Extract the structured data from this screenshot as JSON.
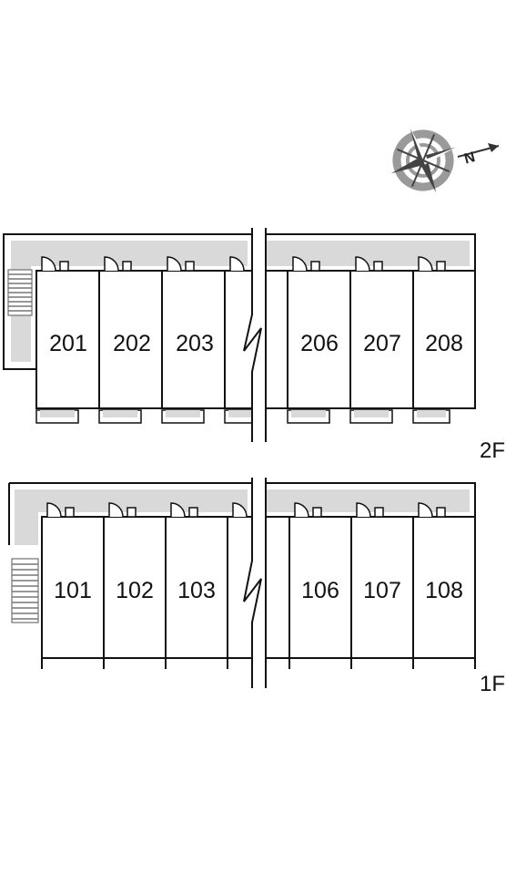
{
  "compass": {
    "north_letter": "N",
    "icon": "compass-rose-icon"
  },
  "floors": [
    {
      "label": "2F",
      "rooms": [
        "201",
        "202",
        "203",
        "",
        "206",
        "207",
        "208"
      ]
    },
    {
      "label": "1F",
      "rooms": [
        "101",
        "102",
        "103",
        "",
        "106",
        "107",
        "108"
      ]
    }
  ],
  "colors": {
    "corridor": "#d9d9d9",
    "wall": "#111111",
    "stair": "#888888",
    "compass": "#8a8a8a"
  }
}
